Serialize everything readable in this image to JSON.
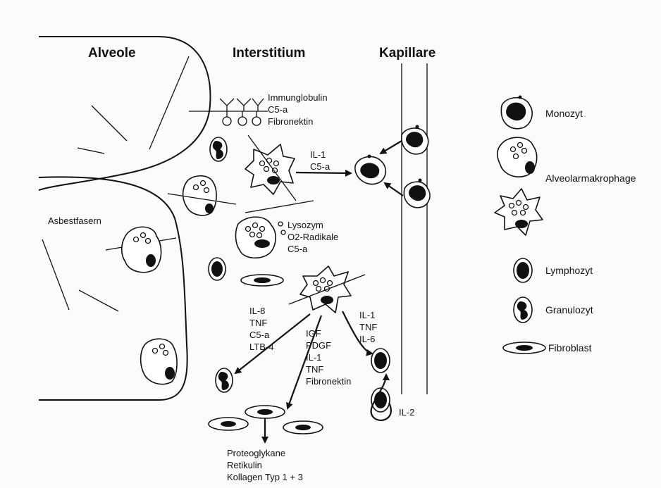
{
  "headers": {
    "alveole": "Alveole",
    "interstitium": "Interstitium",
    "kapillare": "Kapillare"
  },
  "labels": {
    "asbest": "Asbestfasern",
    "surface": [
      "Immunglobulin",
      "C5-a",
      "Fibronektin"
    ],
    "il1_c5a": [
      "IL-1",
      "C5-a"
    ],
    "lysozym": [
      "Lysozym",
      "O2-Radikale",
      "C5-a"
    ],
    "il8": [
      "IL-8",
      "TNF",
      "C5-a",
      "LTB-4"
    ],
    "igf": [
      "IGF",
      "PDGF",
      "IL-1",
      "TNF",
      "Fibronektin"
    ],
    "il1_tnf_il6": [
      "IL-1",
      "TNF",
      "IL-6"
    ],
    "il2": "IL-2",
    "matrix": [
      "Proteoglykane",
      "Retikulin",
      "Kollagen Typ 1 + 3"
    ]
  },
  "legend": {
    "monozyt": "Monozyt",
    "alveolarmakrophage": "Alveolarmakrophage",
    "lymphozyt": "Lymphozyt",
    "granulozyt": "Granulozyt",
    "fibroblast": "Fibroblast"
  }
}
